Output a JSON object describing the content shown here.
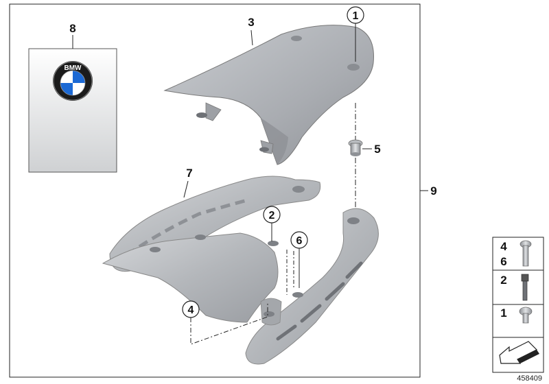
{
  "callouts": {
    "c1": "1",
    "c2": "2",
    "c3": "3",
    "c4": "4",
    "c5": "5",
    "c6": "6",
    "c7": "7",
    "c8": "8",
    "c9": "9"
  },
  "logo": {
    "text": "BMW",
    "brand_blue": "#1c69d4"
  },
  "fastener_kit": {
    "rows": [
      {
        "labels": [
          "4",
          "6"
        ],
        "part": "long-bolt"
      },
      {
        "labels": [
          "2"
        ],
        "part": "stud-bolt"
      },
      {
        "labels": [
          "1"
        ],
        "part": "short-bolt"
      }
    ],
    "footer_icon": "arrow-icon"
  },
  "reference_number": "458409",
  "colors": {
    "part_fill": "#b9bcc0",
    "part_shadow": "#8e9196",
    "line": "#1a1a1a"
  }
}
